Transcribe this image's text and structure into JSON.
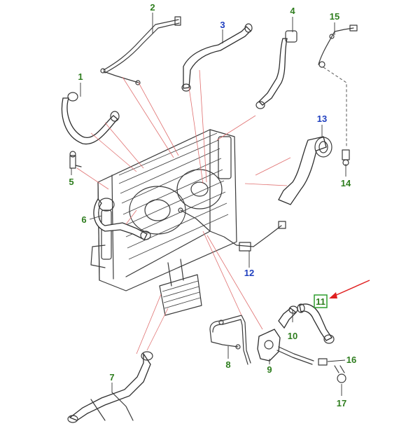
{
  "colors": {
    "callout_green": "#2e7d1e",
    "callout_blue": "#1f3fbf",
    "highlight_box": "#2e9d2e",
    "arrow_red": "#e02020",
    "leader_red": "#e07070"
  },
  "callouts": [
    {
      "id": "c1",
      "label": "1",
      "color": "green"
    },
    {
      "id": "c2",
      "label": "2",
      "color": "green"
    },
    {
      "id": "c3",
      "label": "3",
      "color": "blue"
    },
    {
      "id": "c4",
      "label": "4",
      "color": "green"
    },
    {
      "id": "c5",
      "label": "5",
      "color": "green"
    },
    {
      "id": "c6",
      "label": "6",
      "color": "green"
    },
    {
      "id": "c7",
      "label": "7",
      "color": "green"
    },
    {
      "id": "c8",
      "label": "8",
      "color": "green"
    },
    {
      "id": "c9",
      "label": "9",
      "color": "green"
    },
    {
      "id": "c10",
      "label": "10",
      "color": "green"
    },
    {
      "id": "c11",
      "label": "11",
      "color": "green",
      "highlighted": true
    },
    {
      "id": "c12",
      "label": "12",
      "color": "blue"
    },
    {
      "id": "c13",
      "label": "13",
      "color": "blue"
    },
    {
      "id": "c14",
      "label": "14",
      "color": "green"
    },
    {
      "id": "c15",
      "label": "15",
      "color": "green"
    },
    {
      "id": "c16",
      "label": "16",
      "color": "green"
    },
    {
      "id": "c17",
      "label": "17",
      "color": "green"
    }
  ]
}
